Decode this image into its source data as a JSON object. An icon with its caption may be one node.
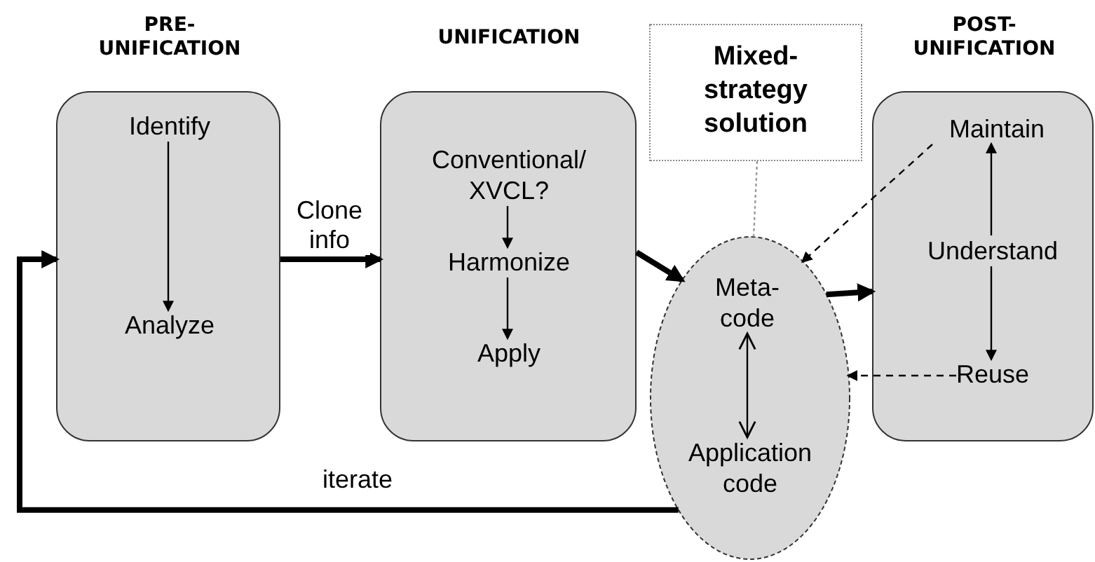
{
  "diagram": {
    "nodes": [
      {
        "text": [
          "PRE- UNIFICATION"
        ]
      },
      {
        "text": [
          "Identify"
        ],
        "in": 0
      },
      {
        "text": [
          "Analyze"
        ],
        "in": 0
      },
      {
        "text": [
          "UNIFICATION"
        ]
      },
      {
        "text": [
          "Conventional/ XVCL?"
        ],
        "in": 3
      },
      {
        "text": [
          "Harmonize"
        ],
        "in": 3
      },
      {
        "text": [
          "Apply"
        ],
        "in": 3
      },
      {
        "text": [
          "Mixed- strategy solution"
        ]
      },
      {
        "text": [],
        "shape": "ellipse"
      },
      {
        "text": [
          "Meta- code"
        ],
        "in": 8
      },
      {
        "text": [
          "Application code"
        ],
        "in": 8
      },
      {
        "text": [
          "POST- UNIFICATION"
        ]
      },
      {
        "text": [
          "Maintain"
        ],
        "in": 11
      },
      {
        "text": [
          "Understand"
        ],
        "in": 11
      },
      {
        "text": [
          "Reuse"
        ],
        "in": 11
      }
    ],
    "edges": [
      {
        "from": 0,
        "to": 3,
        "arrow": "to",
        "label": "Clone info",
        "style": "thick"
      },
      {
        "from": 3,
        "to": 8,
        "arrow": "to",
        "style": "thick"
      },
      {
        "from": 8,
        "to": 11,
        "arrow": "to",
        "style": "thick"
      },
      {
        "from": 8,
        "to": 0,
        "arrow": "to",
        "label": "iterate",
        "style": "thick"
      },
      {
        "from": 1,
        "to": 2,
        "arrow": "to"
      },
      {
        "from": 4,
        "to": 5,
        "arrow": "to"
      },
      {
        "from": 5,
        "to": 6,
        "arrow": "to"
      },
      {
        "from": 9,
        "to": 10,
        "arrow": "both"
      },
      {
        "from": 13,
        "to": 12,
        "arrow": "to"
      },
      {
        "from": 13,
        "to": 14,
        "arrow": "to"
      },
      {
        "from": 7,
        "to": 8,
        "arrow": "none",
        "style": "dashed",
        "color": "#999999"
      },
      {
        "from": 12,
        "to": 8,
        "arrow": "to",
        "style": "dashed"
      },
      {
        "from": 14,
        "to": 8,
        "arrow": "to",
        "style": "dashed"
      }
    ]
  }
}
